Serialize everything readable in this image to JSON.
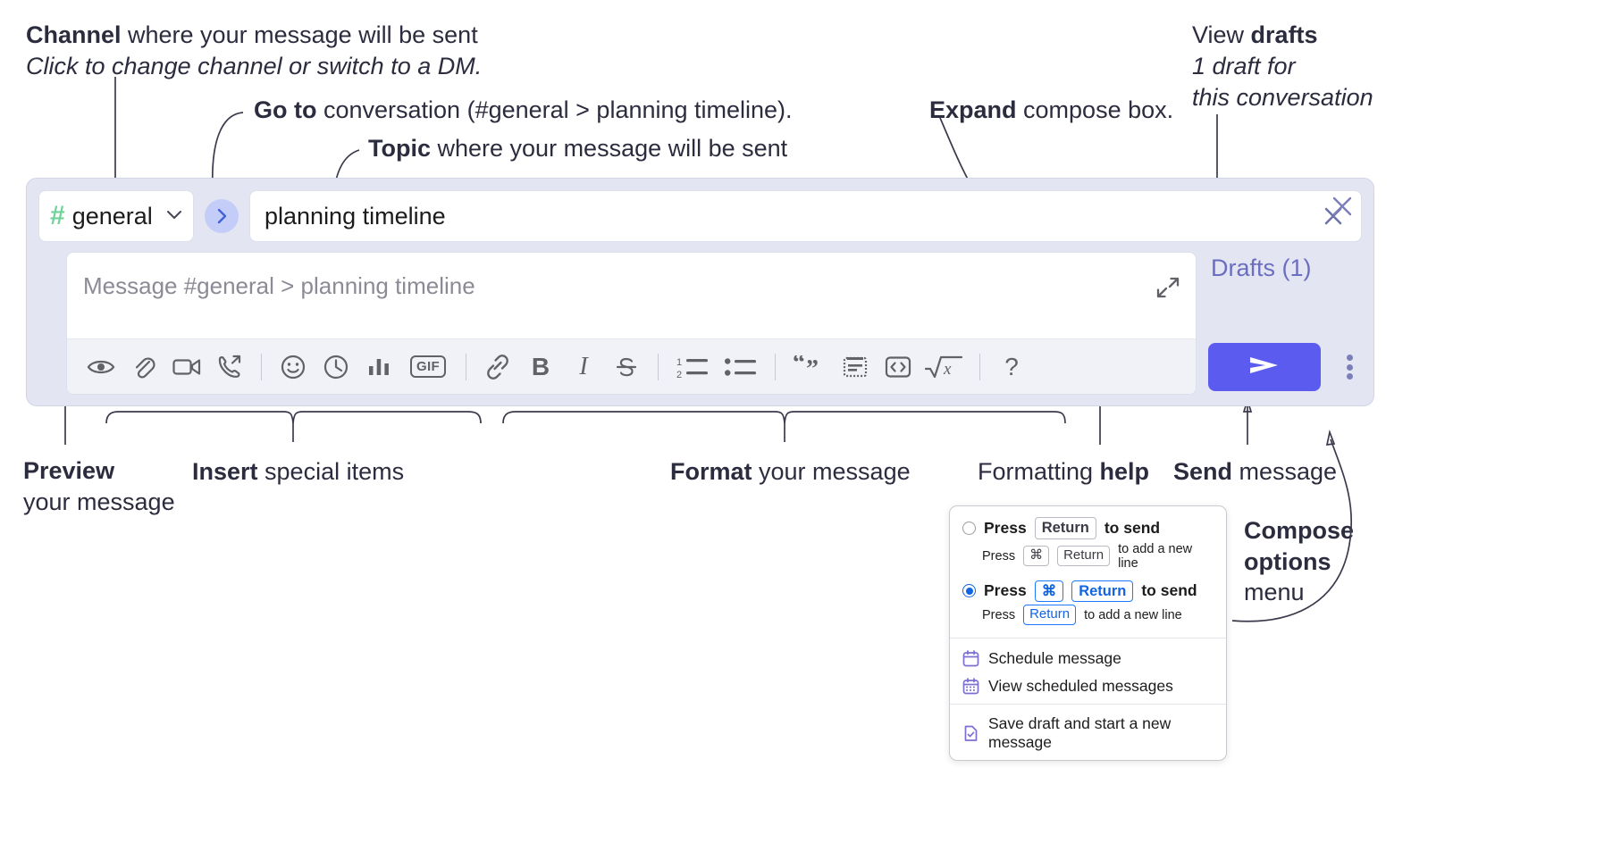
{
  "annotations": {
    "channel": {
      "bold": "Channel",
      "rest": " where your message will be sent",
      "italic": "Click to change channel or switch to a DM."
    },
    "goto": {
      "bold": "Go to",
      "rest": " conversation (#general > planning timeline)."
    },
    "topic": {
      "bold": "Topic",
      "rest": " where your message will be sent"
    },
    "expand": {
      "bold": "Expand",
      "rest": " compose box."
    },
    "drafts": {
      "pre": "View ",
      "bold": "drafts",
      "italic1": "1 draft for",
      "italic2": "this conversation"
    },
    "preview": {
      "bold": "Preview",
      "line2": "your message"
    },
    "insert": {
      "bold": "Insert",
      "rest": " special items"
    },
    "format": {
      "bold": "Format",
      "rest": " your message"
    },
    "help": {
      "pre": "Formatting ",
      "bold": "help"
    },
    "send": {
      "bold": "Send",
      "rest": " message"
    },
    "compose_opts": {
      "bold1": "Compose",
      "bold2": "options",
      "rest": "menu"
    }
  },
  "compose": {
    "channel": {
      "hash": "#",
      "name": "general",
      "chevron": "⌄",
      "icon": "hash-icon"
    },
    "goto_button": {
      "icon": "chevron-right-icon"
    },
    "topic": {
      "value": "planning timeline",
      "clear_icon": "close-icon"
    },
    "message": {
      "placeholder": "Message #general > planning timeline",
      "value": "",
      "expand_icon": "expand-icon"
    },
    "toolbar": [
      {
        "name": "preview-icon",
        "label": "Preview"
      },
      {
        "name": "attachment-icon",
        "label": "Attach file"
      },
      {
        "name": "video-icon",
        "label": "Video clip"
      },
      {
        "name": "call-transfer-icon",
        "label": "Audio clip"
      },
      {
        "name": "emoji-icon",
        "label": "Emoji"
      },
      {
        "name": "clock-icon",
        "label": "Reminder"
      },
      {
        "name": "poll-icon",
        "label": "Poll"
      },
      {
        "name": "gif-icon",
        "label": "GIF"
      },
      {
        "name": "link-icon",
        "label": "Link"
      },
      {
        "name": "bold-icon",
        "label": "B"
      },
      {
        "name": "italic-icon",
        "label": "I"
      },
      {
        "name": "strikethrough-icon",
        "label": "Strikethrough"
      },
      {
        "name": "ordered-list-icon",
        "label": "Ordered list"
      },
      {
        "name": "bulleted-list-icon",
        "label": "Bulleted list"
      },
      {
        "name": "blockquote-icon",
        "label": "Blockquote"
      },
      {
        "name": "code-block-icon",
        "label": "Code block"
      },
      {
        "name": "code-icon",
        "label": "Code"
      },
      {
        "name": "math-icon",
        "label": "Math"
      },
      {
        "name": "help-icon",
        "label": "?"
      }
    ],
    "rail": {
      "close_icon": "close-icon",
      "drafts_label": "Drafts (1)",
      "send_icon": "send-icon",
      "kebab_icon": "kebab-menu-icon"
    }
  },
  "options_menu": {
    "radio_1": {
      "selected": false,
      "main": {
        "press": "Press",
        "key": "Return",
        "suffix": "to send"
      },
      "sub": {
        "press": "Press",
        "key1": "⌘",
        "key2": "Return",
        "suffix": "to add a new line"
      }
    },
    "radio_2": {
      "selected": true,
      "main": {
        "press": "Press",
        "key1": "⌘",
        "key2": "Return",
        "suffix": "to send"
      },
      "sub": {
        "press": "Press",
        "key": "Return",
        "suffix": "to add a new line"
      }
    },
    "items": [
      {
        "icon": "calendar-schedule-icon",
        "label": "Schedule message"
      },
      {
        "icon": "calendar-list-icon",
        "label": "View scheduled messages"
      },
      {
        "icon": "save-draft-icon",
        "label": "Save draft and start a new message"
      }
    ]
  },
  "colors": {
    "accent": "#5b5bef",
    "panel_bg": "#e3e5f2",
    "hash_green": "#6fd39a",
    "drafts_purple": "#6b6ec0",
    "key_blue": "#1264e0"
  }
}
